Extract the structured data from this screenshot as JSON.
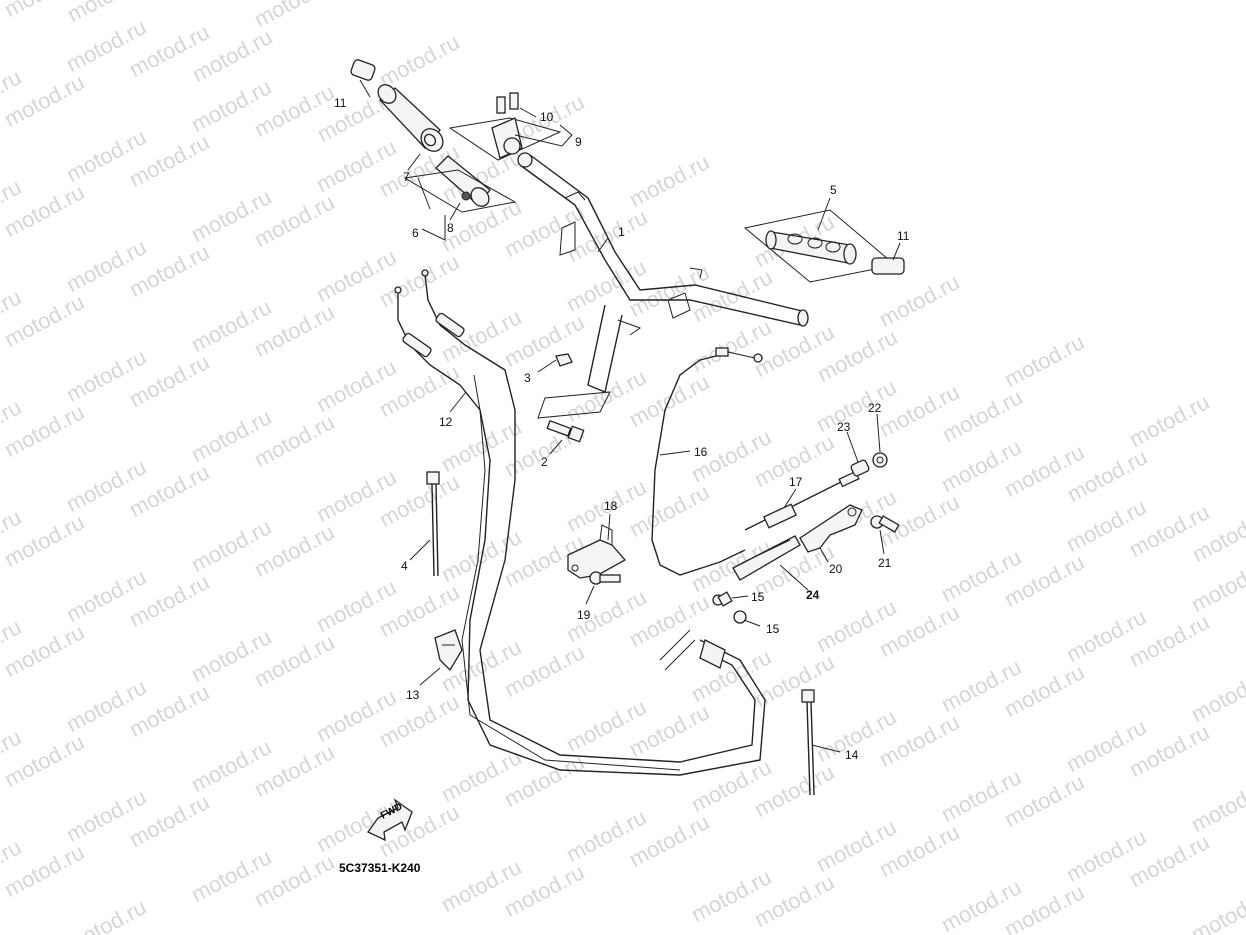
{
  "watermark": {
    "text": "motod.ru",
    "color": "#d6d6d6"
  },
  "diagram": {
    "code": "5C37351-K240",
    "fwd_label": "FWD",
    "callouts": [
      {
        "id": "c1",
        "label": "1",
        "bold": false
      },
      {
        "id": "c2",
        "label": "2",
        "bold": false
      },
      {
        "id": "c3",
        "label": "3",
        "bold": false
      },
      {
        "id": "c4",
        "label": "4",
        "bold": false
      },
      {
        "id": "c5",
        "label": "5",
        "bold": false
      },
      {
        "id": "c6",
        "label": "6",
        "bold": false
      },
      {
        "id": "c7",
        "label": "7",
        "bold": false
      },
      {
        "id": "c8",
        "label": "8",
        "bold": false
      },
      {
        "id": "c9",
        "label": "9",
        "bold": false
      },
      {
        "id": "c10",
        "label": "10",
        "bold": false
      },
      {
        "id": "c11a",
        "label": "11",
        "bold": false
      },
      {
        "id": "c11b",
        "label": "11",
        "bold": false
      },
      {
        "id": "c12",
        "label": "12",
        "bold": false
      },
      {
        "id": "c13",
        "label": "13",
        "bold": false
      },
      {
        "id": "c14",
        "label": "14",
        "bold": false
      },
      {
        "id": "c15a",
        "label": "15",
        "bold": false
      },
      {
        "id": "c15b",
        "label": "15",
        "bold": false
      },
      {
        "id": "c16",
        "label": "16",
        "bold": false
      },
      {
        "id": "c17",
        "label": "17",
        "bold": false
      },
      {
        "id": "c18",
        "label": "18",
        "bold": false
      },
      {
        "id": "c19",
        "label": "19",
        "bold": false
      },
      {
        "id": "c20",
        "label": "20",
        "bold": false
      },
      {
        "id": "c21",
        "label": "21",
        "bold": false
      },
      {
        "id": "c22",
        "label": "22",
        "bold": false
      },
      {
        "id": "c23",
        "label": "23",
        "bold": false
      },
      {
        "id": "c24",
        "label": "24",
        "bold": true
      }
    ]
  }
}
